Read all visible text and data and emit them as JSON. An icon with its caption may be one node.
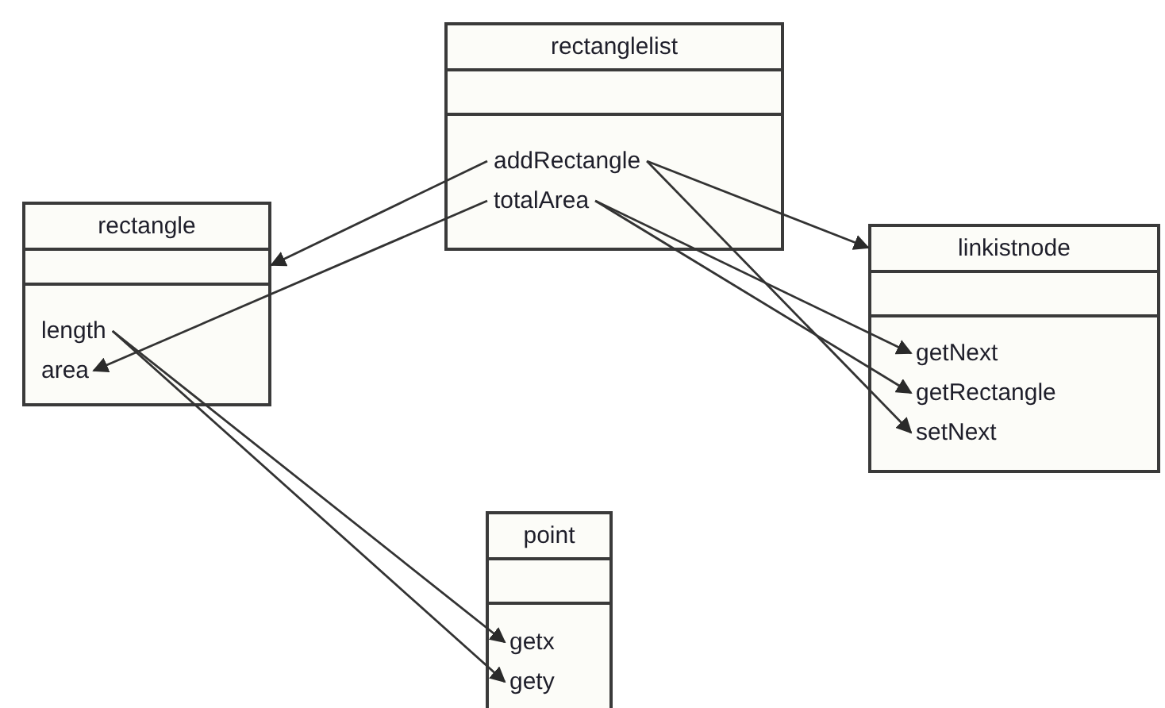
{
  "diagram": {
    "nodes": [
      {
        "text": [
          "rectanglelist"
        ]
      },
      {
        "text": [
          "addRectangle"
        ],
        "in": 0
      },
      {
        "text": [
          "totalArea"
        ],
        "in": 0
      },
      {
        "text": [
          "rectangle"
        ]
      },
      {
        "text": [
          "length"
        ],
        "in": 3
      },
      {
        "text": [
          "area"
        ],
        "in": 3
      },
      {
        "text": [
          "linkistnode"
        ]
      },
      {
        "text": [
          "getNext"
        ],
        "in": 6
      },
      {
        "text": [
          "getRectangle"
        ],
        "in": 6
      },
      {
        "text": [
          "setNext"
        ],
        "in": 6
      },
      {
        "text": [
          "point"
        ]
      },
      {
        "text": [
          "getx"
        ],
        "in": 10
      },
      {
        "text": [
          "gety"
        ],
        "in": 10
      }
    ],
    "edges": [
      {
        "from": 1,
        "to": 3,
        "arrow": "to"
      },
      {
        "from": 2,
        "to": 5,
        "arrow": "to"
      },
      {
        "from": 1,
        "to": 6,
        "arrow": "to"
      },
      {
        "from": 1,
        "to": 9,
        "arrow": "to"
      },
      {
        "from": 2,
        "to": 7,
        "arrow": "to"
      },
      {
        "from": 2,
        "to": 8,
        "arrow": "to"
      },
      {
        "from": 4,
        "to": 11,
        "arrow": "to"
      },
      {
        "from": 4,
        "to": 12,
        "arrow": "to"
      }
    ]
  }
}
